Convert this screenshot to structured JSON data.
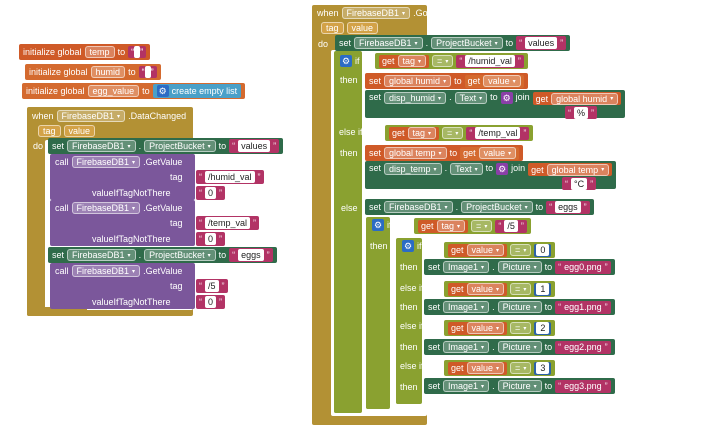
{
  "globals": {
    "temp": {
      "prefix": "initialize global",
      "name": "temp",
      "to": "to",
      "value": ""
    },
    "humid": {
      "prefix": "initialize global",
      "name": "humid",
      "to": "to",
      "value": ""
    },
    "egg_value": {
      "prefix": "initialize global",
      "name": "egg_value",
      "to": "to",
      "create": "create empty list"
    }
  },
  "data_changed": {
    "when": "when",
    "component": "FirebaseDB1",
    "event": ".DataChanged",
    "params": [
      "tag",
      "value"
    ],
    "do": "do",
    "set_label": "set",
    "set_comp": "FirebaseDB1",
    "set_prop": "ProjectBucket",
    "to": "to",
    "set_value": "values",
    "calls": [
      {
        "call": "call",
        "comp": "FirebaseDB1",
        "method": ".GetValue",
        "tag_label": "tag",
        "tag": "/humid_val",
        "vitnt_label": "valueIfTagNotThere",
        "vitnt": "0"
      },
      {
        "call": "call",
        "comp": "FirebaseDB1",
        "method": ".GetValue",
        "tag_label": "tag",
        "tag": "/temp_val",
        "vitnt_label": "valueIfTagNotThere",
        "vitnt": "0"
      },
      {
        "call": "call",
        "comp": "FirebaseDB1",
        "method": ".GetValue",
        "tag_label": "tag",
        "tag": "/5",
        "vitnt_label": "valueIfTagNotThere",
        "vitnt": "0"
      }
    ],
    "set2_value": "eggs"
  },
  "got_value": {
    "when": "when",
    "component": "FirebaseDB1",
    "event": ".GotValue",
    "params": [
      "tag",
      "value"
    ],
    "do": "do",
    "set_label": "set",
    "set_comp": "FirebaseDB1",
    "set_prop": "ProjectBucket",
    "to": "to",
    "first_value": "values",
    "if": "if",
    "then": "then",
    "else_if": "else if",
    "else": "else",
    "get": "get",
    "eq": "=",
    "humid_tag": "/humid_val",
    "temp_tag": "/temp_val",
    "egg_tag": "/5",
    "global_humid": "global humid",
    "global_temp": "global temp",
    "get_value": "value",
    "get_tag": "tag",
    "disp_humid": "disp_humid",
    "disp_temp": "disp_temp",
    "text_prop": "Text",
    "join": "join",
    "pct": "%",
    "deg": "°C",
    "eggs_value": "eggs",
    "image_comp": "Image1",
    "picture_prop": "Picture",
    "egg_rows": [
      {
        "num": "0",
        "img": "egg0.png"
      },
      {
        "num": "1",
        "img": "egg1.png"
      },
      {
        "num": "2",
        "img": "egg2.png"
      },
      {
        "num": "3",
        "img": "egg3.png"
      }
    ]
  },
  "colors": {
    "event": "#b39134",
    "variable": "#cf5a28",
    "firebase": "#3b7a55",
    "call": "#7b579b",
    "text": "#b23365",
    "control": "#8aa130",
    "math": "#2c62a8",
    "list": "#4aa0c8"
  }
}
